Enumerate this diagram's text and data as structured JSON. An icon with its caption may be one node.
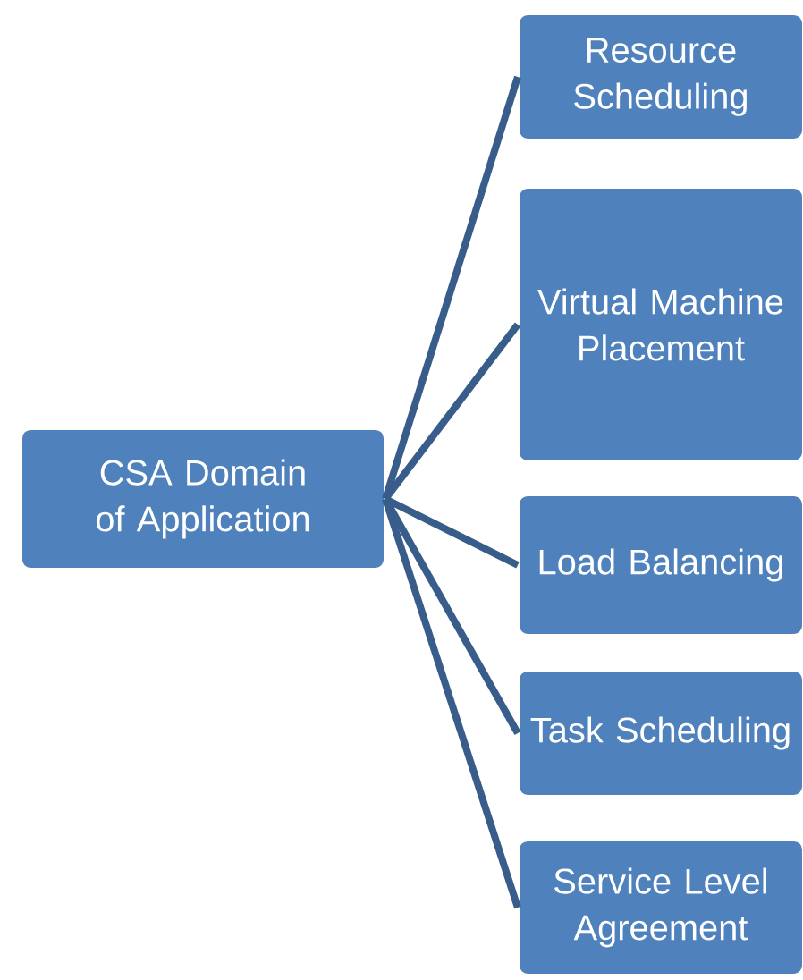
{
  "diagram": {
    "nodes": [
      {
        "text": [
          "CSA Domain of Application"
        ]
      },
      {
        "text": [
          "Resource Scheduling"
        ]
      },
      {
        "text": [
          "Virtual Machine Placement"
        ]
      },
      {
        "text": [
          "Load Balancing"
        ]
      },
      {
        "text": [
          "Task Scheduling"
        ]
      },
      {
        "text": [
          "Service Level Agreement"
        ]
      }
    ],
    "edges": [
      {
        "from": 0,
        "to": 1,
        "arrow": "none"
      },
      {
        "from": 0,
        "to": 2,
        "arrow": "none"
      },
      {
        "from": 0,
        "to": 3,
        "arrow": "none"
      },
      {
        "from": 0,
        "to": 4,
        "arrow": "none"
      },
      {
        "from": 0,
        "to": 5,
        "arrow": "none"
      }
    ]
  }
}
